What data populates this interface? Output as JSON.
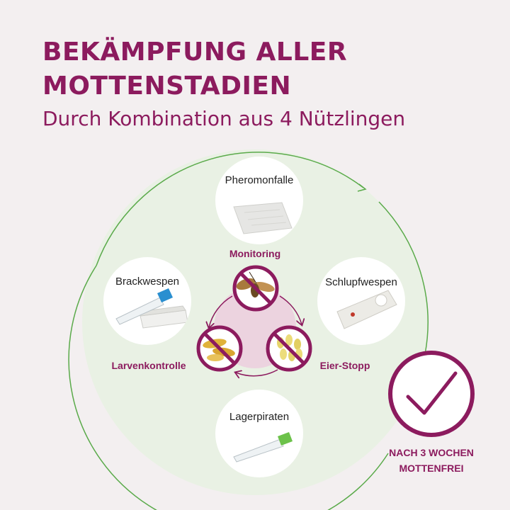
{
  "header": {
    "title_line1": "BEKÄMPFUNG ALLER",
    "title_line2": "MOTTENSTADIEN",
    "subtitle": "Durch Kombination aus 4 Nützlingen"
  },
  "products": {
    "top": "Pheromonfalle",
    "left": "Brackwespen",
    "right": "Schlupfwespen",
    "bottom": "Lagerpiraten"
  },
  "stages": {
    "monitoring": "Monitoring",
    "larvae": "Larvenkontrolle",
    "eggs": "Eier-Stopp"
  },
  "result": {
    "line1": "NACH 3 WOCHEN",
    "line2": "MOTTENFREI"
  },
  "colors": {
    "brand": "#8c1b5e",
    "circle_fill": "#e9f1e4",
    "circle_stroke": "#5aaa4a",
    "cycle_fill": "#ecd3df"
  }
}
